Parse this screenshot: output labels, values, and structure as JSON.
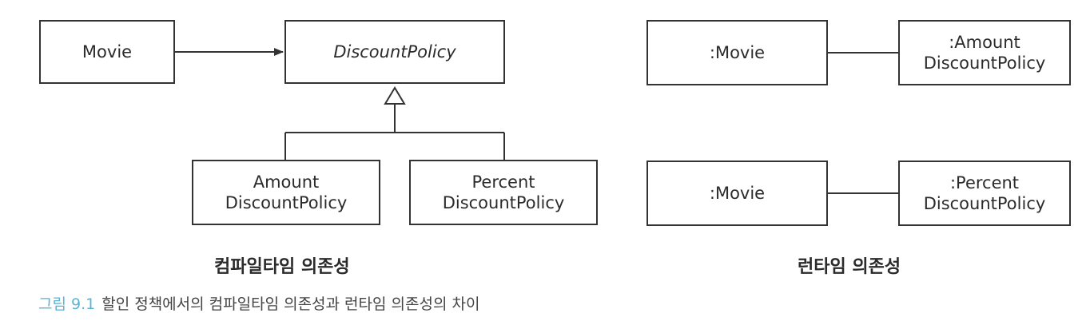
{
  "compile_time": {
    "movie": "Movie",
    "discount_policy": "DiscountPolicy",
    "amount": [
      "Amount",
      "DiscountPolicy"
    ],
    "percent": [
      "Percent",
      "DiscountPolicy"
    ],
    "caption": "컴파일타임 의존성"
  },
  "runtime": {
    "movie_1": ":Movie",
    "amount_obj": [
      ":Amount",
      "DiscountPolicy"
    ],
    "movie_2": ":Movie",
    "percent_obj": [
      ":Percent",
      "DiscountPolicy"
    ],
    "caption": "런타임 의존성"
  },
  "figure": {
    "number": "그림 9.1",
    "title": "할인 정책에서의 컴파일타임 의존성과 런타임 의존성의 차이",
    "number_color": "#5bb3d6"
  }
}
